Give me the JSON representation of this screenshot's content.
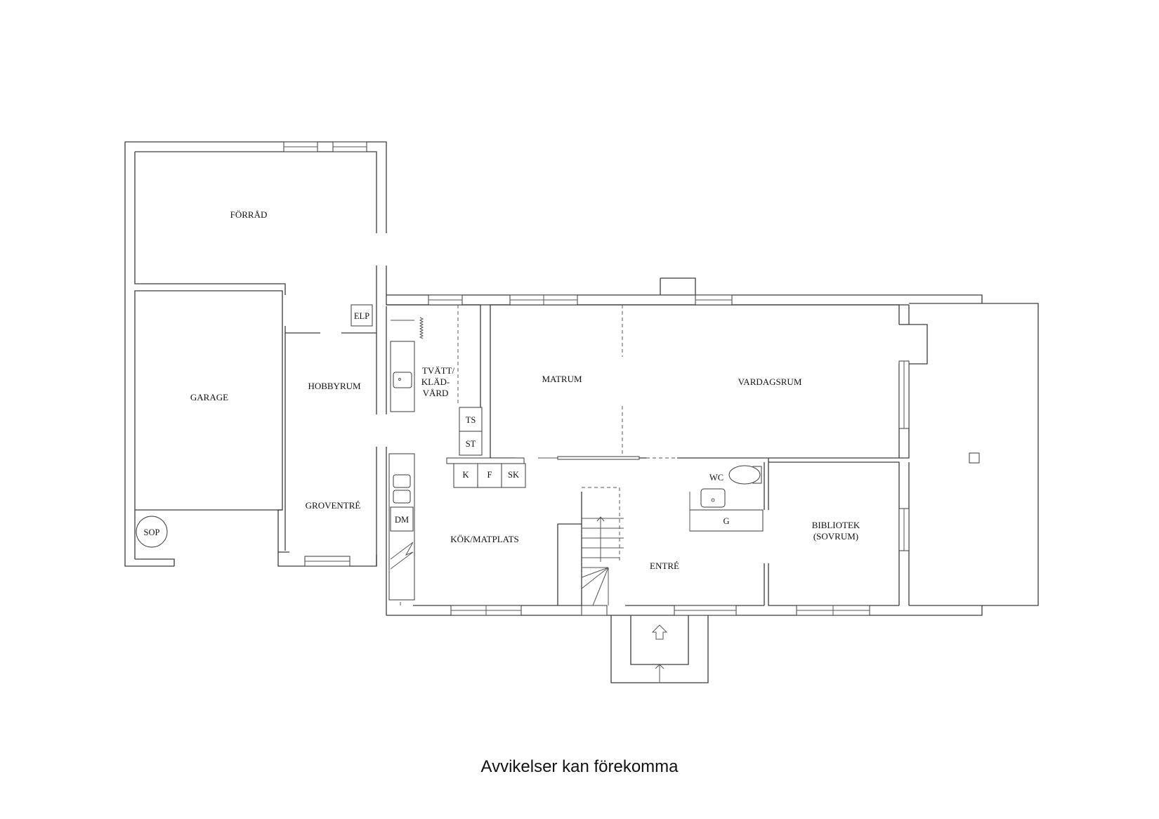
{
  "rooms": {
    "forrad": "FÖRRÅD",
    "garage": "GARAGE",
    "hobbyrum": "HOBBYRUM",
    "groventre": "GROVENTRÉ",
    "tvatt_line1": "TVÄTT/",
    "tvatt_line2": "KLÄD-",
    "tvatt_line3": "VÅRD",
    "matrum": "MATRUM",
    "vardagsrum": "VARDAGSRUM",
    "kok": "KÖK/MATPLATS",
    "entre": "ENTRÉ",
    "bibliotek_line1": "BIBLIOTEK",
    "bibliotek_line2": "(SOVRUM)"
  },
  "fixtures": {
    "elp": "ELP",
    "sop": "SOP",
    "ts": "TS",
    "st": "ST",
    "k": "K",
    "f": "F",
    "sk": "SK",
    "dm": "DM",
    "wc": "WC",
    "g": "G"
  },
  "disclaimer": "Avvikelser kan förekomma"
}
